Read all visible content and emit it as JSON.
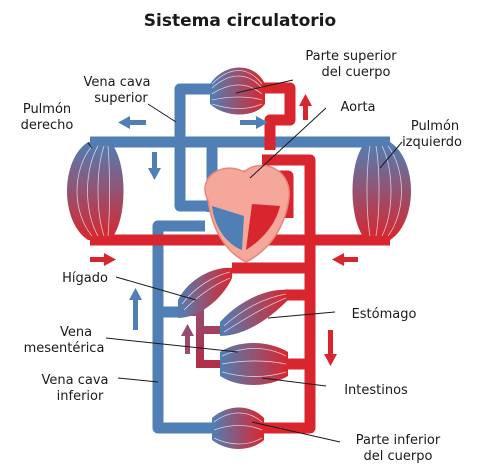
{
  "title": "Sistema circulatorio",
  "labels": {
    "upper_body": [
      "Parte superior",
      "del cuerpo"
    ],
    "svc": [
      "Vena cava",
      "superior"
    ],
    "aorta": [
      "Aorta"
    ],
    "right_lung": [
      "Pulmón",
      "derecho"
    ],
    "left_lung": [
      "Pulmón",
      "izquierdo"
    ],
    "liver": [
      "Hígado"
    ],
    "stomach": [
      "Estómago"
    ],
    "mesenteric": [
      "Vena",
      "mesentérica"
    ],
    "ivc": [
      "Vena cava",
      "inferior"
    ],
    "intestines": [
      "Intestinos"
    ],
    "lower_body": [
      "Parte inferior",
      "del cuerpo"
    ]
  },
  "colors": {
    "vein": "#4f7fb5",
    "artery": "#d9262e",
    "mixed": "#9a4a6e",
    "heart": "#f5a79b",
    "heart_outline": "#e8877c",
    "text": "#1a1a1a"
  }
}
